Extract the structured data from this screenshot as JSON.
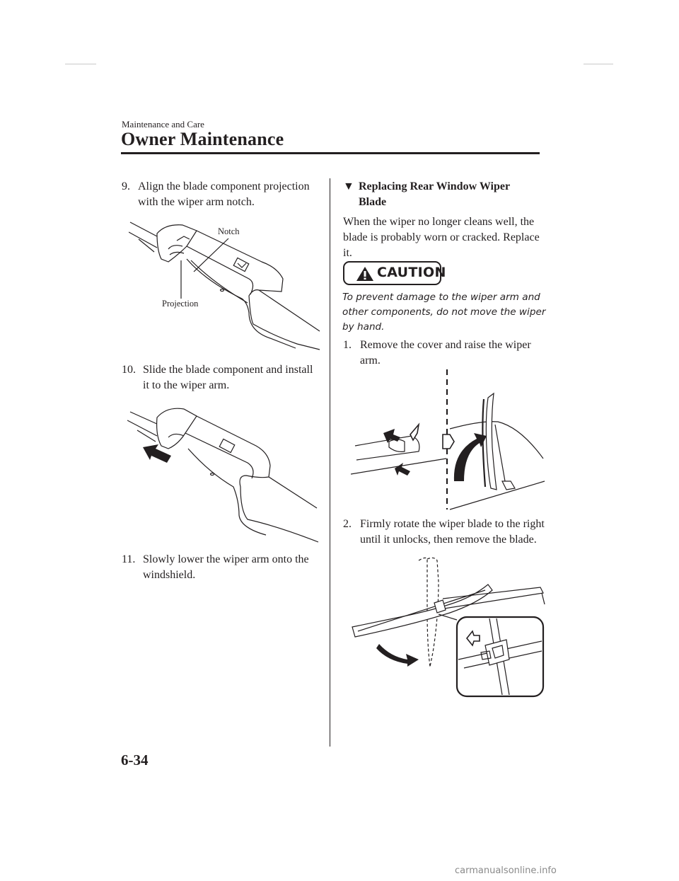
{
  "header": {
    "section": "Maintenance and Care",
    "title": "Owner Maintenance"
  },
  "left_column": {
    "step9": {
      "number": "9.",
      "text": "Align the blade component projection with the wiper arm notch."
    },
    "fig1": {
      "notch_label": "Notch",
      "projection_label": "Projection"
    },
    "step10": {
      "number": "10.",
      "text": "Slide the blade component and install it to the wiper arm."
    },
    "step11": {
      "number": "11.",
      "text": "Slowly lower the wiper arm onto the windshield."
    }
  },
  "right_column": {
    "subhead": {
      "marker": "▼",
      "text": "Replacing Rear Window Wiper Blade"
    },
    "intro": "When the wiper no longer cleans well, the blade is probably worn or cracked. Replace it.",
    "caution": {
      "label": "CAUTION",
      "text": "To prevent damage to the wiper arm and other components, do not move the wiper by hand."
    },
    "step1": {
      "number": "1.",
      "text": "Remove the cover and raise the wiper arm."
    },
    "step2": {
      "number": "2.",
      "text": "Firmly rotate the wiper blade to the right until it unlocks, then remove the blade."
    }
  },
  "footer": {
    "page_number": "6-34",
    "watermark": "carmanualsonline.info"
  }
}
